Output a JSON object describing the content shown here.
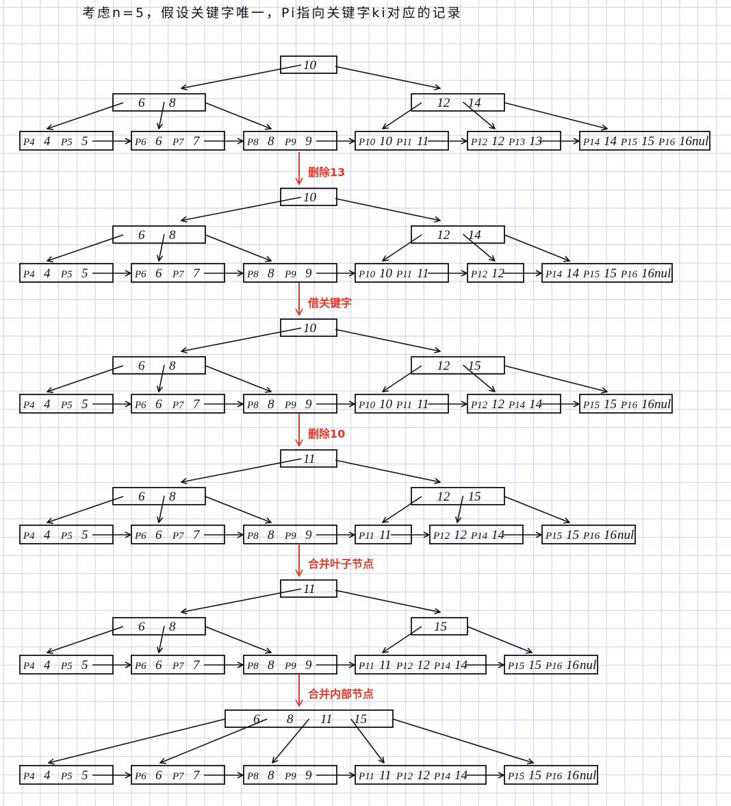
{
  "title": "考虑n=5，假设关键字唯一，Pi指向关键字ki对应的记录",
  "colors": {
    "ink": "#111111",
    "step_arrow": "#e23a2a",
    "grid": "#c9d0e8"
  },
  "stages": [
    {
      "label": null,
      "root": [
        "10"
      ],
      "internal": [
        [
          "6",
          "8"
        ],
        [
          "12",
          "14"
        ]
      ],
      "leaves": [
        [
          [
            "P4",
            "4"
          ],
          [
            "P5",
            "5"
          ]
        ],
        [
          [
            "P6",
            "6"
          ],
          [
            "P7",
            "7"
          ]
        ],
        [
          [
            "P8",
            "8"
          ],
          [
            "P9",
            "9"
          ]
        ],
        [
          [
            "P10",
            "10"
          ],
          [
            "P11",
            "11"
          ]
        ],
        [
          [
            "P12",
            "12"
          ],
          [
            "P13",
            "13"
          ]
        ],
        [
          [
            "P14",
            "14"
          ],
          [
            "P15",
            "15"
          ],
          [
            "P16",
            "16"
          ]
        ]
      ],
      "tail": "nul"
    },
    {
      "label": "删除13",
      "root": [
        "10"
      ],
      "internal": [
        [
          "6",
          "8"
        ],
        [
          "12",
          "14"
        ]
      ],
      "leaves": [
        [
          [
            "P4",
            "4"
          ],
          [
            "P5",
            "5"
          ]
        ],
        [
          [
            "P6",
            "6"
          ],
          [
            "P7",
            "7"
          ]
        ],
        [
          [
            "P8",
            "8"
          ],
          [
            "P9",
            "9"
          ]
        ],
        [
          [
            "P10",
            "10"
          ],
          [
            "P11",
            "11"
          ]
        ],
        [
          [
            "P12",
            "12"
          ]
        ],
        [
          [
            "P14",
            "14"
          ],
          [
            "P15",
            "15"
          ],
          [
            "P16",
            "16"
          ]
        ]
      ],
      "tail": "nul"
    },
    {
      "label": "借关键字",
      "root": [
        "10"
      ],
      "internal": [
        [
          "6",
          "8"
        ],
        [
          "12",
          "15"
        ]
      ],
      "leaves": [
        [
          [
            "P4",
            "4"
          ],
          [
            "P5",
            "5"
          ]
        ],
        [
          [
            "P6",
            "6"
          ],
          [
            "P7",
            "7"
          ]
        ],
        [
          [
            "P8",
            "8"
          ],
          [
            "P9",
            "9"
          ]
        ],
        [
          [
            "P10",
            "10"
          ],
          [
            "P11",
            "11"
          ]
        ],
        [
          [
            "P12",
            "12"
          ],
          [
            "P14",
            "14"
          ]
        ],
        [
          [
            "P15",
            "15"
          ],
          [
            "P16",
            "16"
          ]
        ]
      ],
      "tail": "nul"
    },
    {
      "label": "删除10",
      "root": [
        "11"
      ],
      "internal": [
        [
          "6",
          "8"
        ],
        [
          "12",
          "15"
        ]
      ],
      "leaves": [
        [
          [
            "P4",
            "4"
          ],
          [
            "P5",
            "5"
          ]
        ],
        [
          [
            "P6",
            "6"
          ],
          [
            "P7",
            "7"
          ]
        ],
        [
          [
            "P8",
            "8"
          ],
          [
            "P9",
            "9"
          ]
        ],
        [
          [
            "P11",
            "11"
          ]
        ],
        [
          [
            "P12",
            "12"
          ],
          [
            "P14",
            "14"
          ]
        ],
        [
          [
            "P15",
            "15"
          ],
          [
            "P16",
            "16"
          ]
        ]
      ],
      "tail": "nul"
    },
    {
      "label": "合并叶子节点",
      "root": [
        "11"
      ],
      "internal": [
        [
          "6",
          "8"
        ],
        [
          "15"
        ]
      ],
      "leaves": [
        [
          [
            "P4",
            "4"
          ],
          [
            "P5",
            "5"
          ]
        ],
        [
          [
            "P6",
            "6"
          ],
          [
            "P7",
            "7"
          ]
        ],
        [
          [
            "P8",
            "8"
          ],
          [
            "P9",
            "9"
          ]
        ],
        [
          [
            "P11",
            "11"
          ],
          [
            "P12",
            "12"
          ],
          [
            "P14",
            "14"
          ]
        ],
        [
          [
            "P15",
            "15"
          ],
          [
            "P16",
            "16"
          ]
        ]
      ],
      "tail": "nul"
    },
    {
      "label": "合并内部节点",
      "root": [
        "6",
        "8",
        "11",
        "15"
      ],
      "internal": [],
      "leaves": [
        [
          [
            "P4",
            "4"
          ],
          [
            "P5",
            "5"
          ]
        ],
        [
          [
            "P6",
            "6"
          ],
          [
            "P7",
            "7"
          ]
        ],
        [
          [
            "P8",
            "8"
          ],
          [
            "P9",
            "9"
          ]
        ],
        [
          [
            "P11",
            "11"
          ],
          [
            "P12",
            "12"
          ],
          [
            "P14",
            "14"
          ]
        ],
        [
          [
            "P15",
            "15"
          ],
          [
            "P16",
            "16"
          ]
        ]
      ],
      "tail": "nul"
    }
  ]
}
